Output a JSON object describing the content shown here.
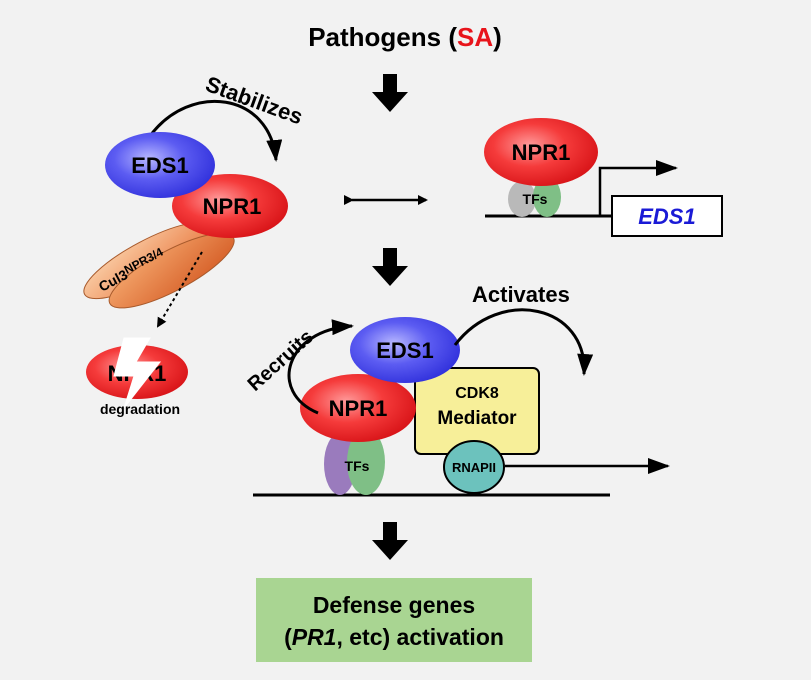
{
  "title": {
    "prefix": "Pathogens (",
    "highlight": "SA",
    "suffix": ")"
  },
  "colors": {
    "background": "#f2f2f2",
    "sa_red": "#e8141b",
    "eds1_blue": "#3a3ae6",
    "npr1_red": "#e8141b",
    "cul3_orange": "#e8743a",
    "tf_green": "#7fbf86",
    "tf_gray": "#b9b9b9",
    "tf_purple": "#9a7bbd",
    "mediator_yellow": "#f7ef99",
    "rnapii_teal": "#6cc2bd",
    "box_green": "#a9d592",
    "gene_blue": "#1a1ad6"
  },
  "left_panel": {
    "stabilizes_label": "Stabilizes",
    "eds1_label": "EDS1",
    "npr1_label": "NPR1",
    "cul3_label": "Cul3",
    "npr34_label": "NPR3/4",
    "degraded_npr1_label": "NPR1",
    "degradation_label": "degradation"
  },
  "right_panel": {
    "npr1_label": "NPR1",
    "tfs_label": "TFs",
    "gene_label": "EDS1"
  },
  "bottom_panel": {
    "recruits_label": "Recruits",
    "activates_label": "Activates",
    "eds1_label": "EDS1",
    "npr1_label": "NPR1",
    "tfs_label": "TFs",
    "cdk8_label": "CDK8",
    "mediator_label": "Mediator",
    "rnapii_label": "RNAPII"
  },
  "result_box": {
    "line1": "Defense genes",
    "line2_open": "(",
    "line2_gene": "PR1",
    "line2_rest": ", etc) activation"
  }
}
